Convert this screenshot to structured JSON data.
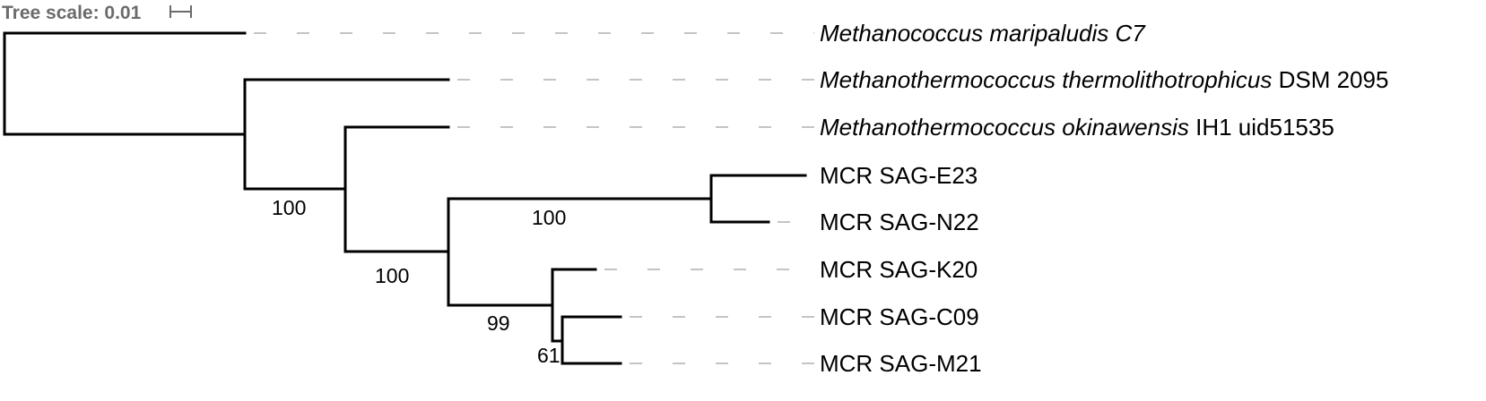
{
  "scale": {
    "label": "Tree scale: 0.01"
  },
  "leaves": [
    {
      "id": "mmar",
      "parts": [
        {
          "text": "Methanococcus maripaludis C7",
          "italic": true
        }
      ]
    },
    {
      "id": "mthe",
      "parts": [
        {
          "text": "Methanothermococcus thermolithotrophicus",
          "italic": true
        },
        {
          "text": " DSM 2095",
          "italic": false
        }
      ]
    },
    {
      "id": "moki",
      "parts": [
        {
          "text": "Methanothermococcus okinawensis",
          "italic": true
        },
        {
          "text": " IH1 uid51535",
          "italic": false
        }
      ]
    },
    {
      "id": "e23",
      "parts": [
        {
          "text": "MCR SAG-E23",
          "italic": false
        }
      ]
    },
    {
      "id": "n22",
      "parts": [
        {
          "text": "MCR SAG-N22",
          "italic": false
        }
      ]
    },
    {
      "id": "k20",
      "parts": [
        {
          "text": "MCR SAG-K20",
          "italic": false
        }
      ]
    },
    {
      "id": "c09",
      "parts": [
        {
          "text": "MCR SAG-C09",
          "italic": false
        }
      ]
    },
    {
      "id": "m21",
      "parts": [
        {
          "text": "MCR SAG-M21",
          "italic": false
        }
      ]
    }
  ],
  "support_values": [
    {
      "node": "n1",
      "value": "100"
    },
    {
      "node": "n2",
      "value": "100"
    },
    {
      "node": "n3",
      "value": "99"
    },
    {
      "node": "n4",
      "value": "100"
    },
    {
      "node": "n5",
      "value": "61"
    }
  ]
}
